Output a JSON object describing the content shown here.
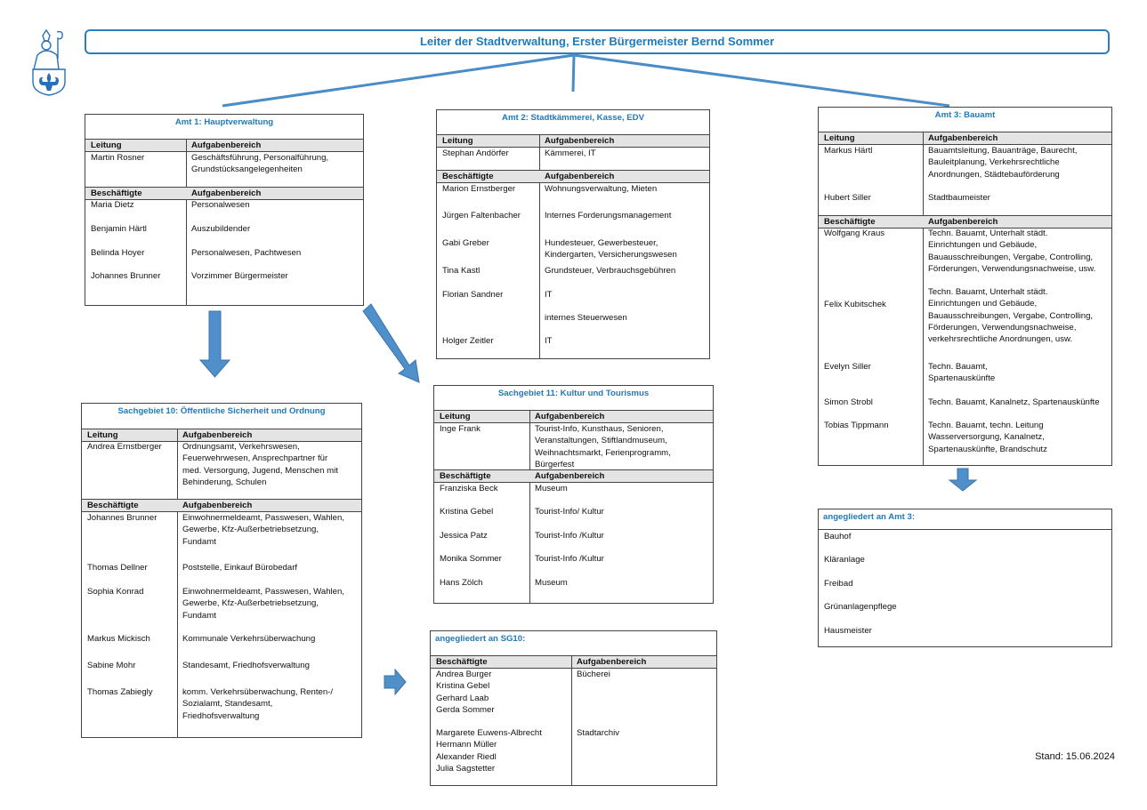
{
  "header": {
    "title": "Leiter der Stadtverwaltung, Erster Bürgermeister Bernd Sommer"
  },
  "stand": "Stand: 15.06.2024",
  "colors": {
    "accent": "#1f7ab8",
    "connector": "#4a8cc7",
    "header_fill": "#e4e4e4"
  },
  "icons": {
    "logo": "coat-of-arms-bishop-fleur-de-lis"
  },
  "amt1": {
    "title": "Amt 1: Hauptverwaltung",
    "col_leitung": "Leitung",
    "col_aufgaben": "Aufgabenbereich",
    "leitung": {
      "name": "Martin Rosner",
      "task": "Geschäftsführung, Personalführung,\nGrundstücksangelegenheiten"
    },
    "col_besch": "Beschäftigte",
    "col_aufgaben2": "Aufgabenbereich",
    "staff": [
      {
        "name": "Maria Dietz",
        "task": "Personalwesen"
      },
      {
        "name": "Benjamin Härtl",
        "task": "Auszubildender"
      },
      {
        "name": "Belinda Hoyer",
        "task": "Personalwesen, Pachtwesen"
      },
      {
        "name": "Johannes Brunner",
        "task": "Vorzimmer Bürgermeister"
      }
    ]
  },
  "amt2": {
    "title": "Amt 2: Stadtkämmerei, Kasse, EDV",
    "col_leitung": "Leitung",
    "col_aufgaben": "Aufgabenbereich",
    "leitung": {
      "name": "Stephan Andörfer",
      "task": "Kämmerei, IT"
    },
    "col_besch": "Beschäftigte",
    "col_aufgaben2": "Aufgabenbereich",
    "staff": [
      {
        "name": "Marion Ernstberger",
        "task": "Wohnungsverwaltung, Mieten"
      },
      {
        "name": "Jürgen Faltenbacher",
        "task": "Internes Forderungsmanagement"
      },
      {
        "name": "Gabi Greber",
        "task": "Hundesteuer, Gewerbesteuer,\nKindergarten, Versicherungswesen"
      },
      {
        "name": "Tina Kastl",
        "task": "Grundsteuer, Verbrauchsgebühren"
      },
      {
        "name": "Florian Sandner",
        "task": "IT"
      },
      {
        "name": "",
        "task": "internes Steuerwesen"
      },
      {
        "name": "Holger Zeitler",
        "task": "IT"
      }
    ]
  },
  "amt3": {
    "title": "Amt 3: Bauamt",
    "col_leitung": "Leitung",
    "col_aufgaben": "Aufgabenbereich",
    "leitung": [
      {
        "name": "Markus Härtl",
        "task": "Bauamtsleitung, Bauanträge, Baurecht,\nBauleitplanung, Verkehrsrechtliche\nAnordnungen, Städtebauförderung"
      },
      {
        "name": "Hubert Siller",
        "task": "Stadtbaumeister"
      }
    ],
    "col_besch": "Beschäftigte",
    "col_aufgaben2": "Aufgabenbereich",
    "staff": [
      {
        "name": "Wolfgang Kraus",
        "task": "Techn. Bauamt, Unterhalt städt.\nEinrichtungen und Gebäude,\nBauausschreibungen, Vergabe, Controlling,\nFörderungen, Verwendungsnachweise, usw."
      },
      {
        "name": "Felix Kubitschek",
        "task": "Techn. Bauamt, Unterhalt städt.\nEinrichtungen und Gebäude,\nBauausschreibungen, Vergabe, Controlling,\nFörderungen, Verwendungsnachweise,\nverkehrsrechtliche Anordnungen, usw."
      },
      {
        "name": "Evelyn Siller",
        "task": "Techn. Bauamt,\nSpartenauskünfte"
      },
      {
        "name": "Simon Strobl",
        "task": "Techn. Bauamt, Kanalnetz, Spartenauskünfte"
      },
      {
        "name": "Tobias Tippmann",
        "task": "Techn. Bauamt, techn. Leitung\nWasserversorgung, Kanalnetz,\nSpartenauskünfte, Brandschutz"
      }
    ]
  },
  "amt3_annex": {
    "title": "angegliedert an Amt 3:",
    "items": [
      "Bauhof",
      "Kläranlage",
      "Freibad",
      "Grünanlagenpflege",
      "Hausmeister"
    ]
  },
  "sg10": {
    "title": "Sachgebiet 10: Öffentliche Sicherheit und Ordnung",
    "col_leitung": "Leitung",
    "col_aufgaben": "Aufgabenbereich",
    "leitung": {
      "name": "Andrea Ernstberger",
      "task": "Ordnungsamt, Verkehrswesen,\nFeuerwehrwesen, Ansprechpartner für\nmed. Versorgung, Jugend, Menschen mit\nBehinderung, Schulen"
    },
    "col_besch": "Beschäftigte",
    "col_aufgaben2": "Aufgabenbereich",
    "staff": [
      {
        "name": "Johannes Brunner",
        "task": "Einwohnermeldeamt, Passwesen, Wahlen,\nGewerbe, Kfz-Außerbetriebsetzung,\nFundamt"
      },
      {
        "name": "Thomas Dellner",
        "task": "Poststelle, Einkauf Bürobedarf"
      },
      {
        "name": "Sophia Konrad",
        "task": "Einwohnermeldeamt, Passwesen, Wahlen,\nGewerbe, Kfz-Außerbetriebsetzung,\nFundamt"
      },
      {
        "name": "Markus Mickisch",
        "task": "Kommunale Verkehrsüberwachung"
      },
      {
        "name": "Sabine Mohr",
        "task": "Standesamt, Friedhofsverwaltung"
      },
      {
        "name": "Thomas Zabiegly",
        "task": "komm. Verkehrsüberwachung, Renten-/\nSozialamt, Standesamt,\nFriedhofsverwaltung"
      }
    ]
  },
  "sg11": {
    "title": "Sachgebiet 11: Kultur und Tourismus",
    "col_leitung": "Leitung",
    "col_aufgaben": "Aufgabenbereich",
    "leitung": {
      "name": "Inge Frank",
      "task": "Tourist-Info, Kunsthaus, Senioren,\nVeranstaltungen, Stiftlandmuseum,\nWeihnachtsmarkt, Ferienprogramm,\nBürgerfest"
    },
    "col_besch": "Beschäftigte",
    "col_aufgaben2": "Aufgabenbereich",
    "staff": [
      {
        "name": "Franziska Beck",
        "task": "Museum"
      },
      {
        "name": "Kristina Gebel",
        "task": "Tourist-Info/ Kultur"
      },
      {
        "name": "Jessica Patz",
        "task": "Tourist-Info /Kultur"
      },
      {
        "name": "Monika Sommer",
        "task": "Tourist-Info /Kultur"
      },
      {
        "name": "Hans Zölch",
        "task": "Museum"
      }
    ]
  },
  "sg10_annex": {
    "title": "angegliedert an SG10:",
    "col_besch": "Beschäftigte",
    "col_aufgaben": "Aufgabenbereich",
    "groups": [
      {
        "names": "Andrea Burger\nKristina Gebel\nGerhard Laab\nGerda Sommer",
        "task": "Bücherei"
      },
      {
        "names": "Margarete Euwens-Albrecht\nHermann Müller\nAlexander Riedl\nJulia Sagstetter",
        "task": "Stadtarchiv"
      }
    ]
  }
}
